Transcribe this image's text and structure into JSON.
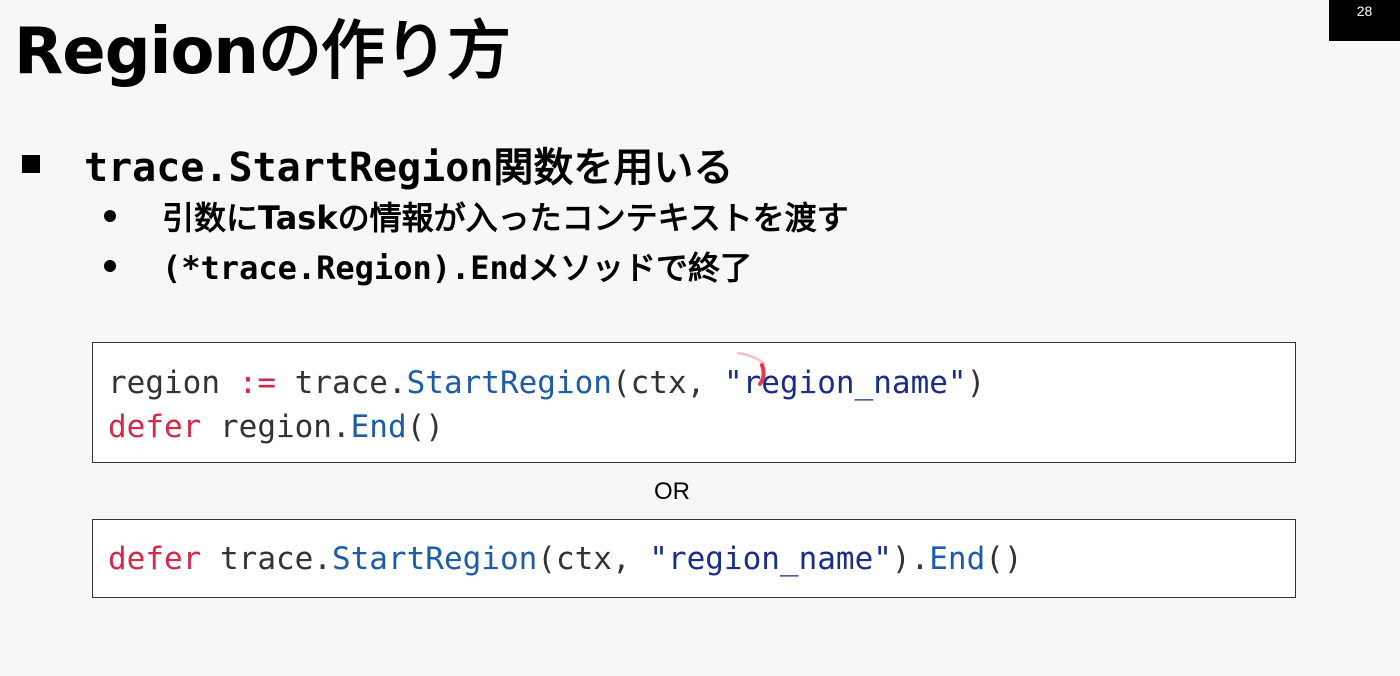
{
  "page_number": "28",
  "title": "Regionの作り方",
  "bullet": {
    "code": "trace.StartRegion",
    "text": "関数を用いる"
  },
  "sub_bullets": [
    {
      "text": "引数にTaskの情報が入ったコンテキストを渡す"
    },
    {
      "code": "(*trace.Region).End",
      "text": "メソッドで終了"
    }
  ],
  "code_block_1": {
    "line1": {
      "var": "region ",
      "op": ":=",
      "pkg": " trace.",
      "fn": "StartRegion",
      "args": "(ctx, ",
      "str": "\"region_name\"",
      "close": ")"
    },
    "line2": {
      "kw": "defer",
      "obj": " region.",
      "fn": "End",
      "close": "()"
    }
  },
  "or_label": "OR",
  "code_block_2": {
    "kw": "defer",
    "pkg": " trace.",
    "fn1": "StartRegion",
    "args": "(ctx, ",
    "str": "\"region_name\"",
    "mid": ").",
    "fn2": "End",
    "close": "()"
  },
  "colors": {
    "keyword": "#d32a4b",
    "function": "#1e5ca8",
    "string": "#1a2d8a",
    "text": "#333333"
  }
}
